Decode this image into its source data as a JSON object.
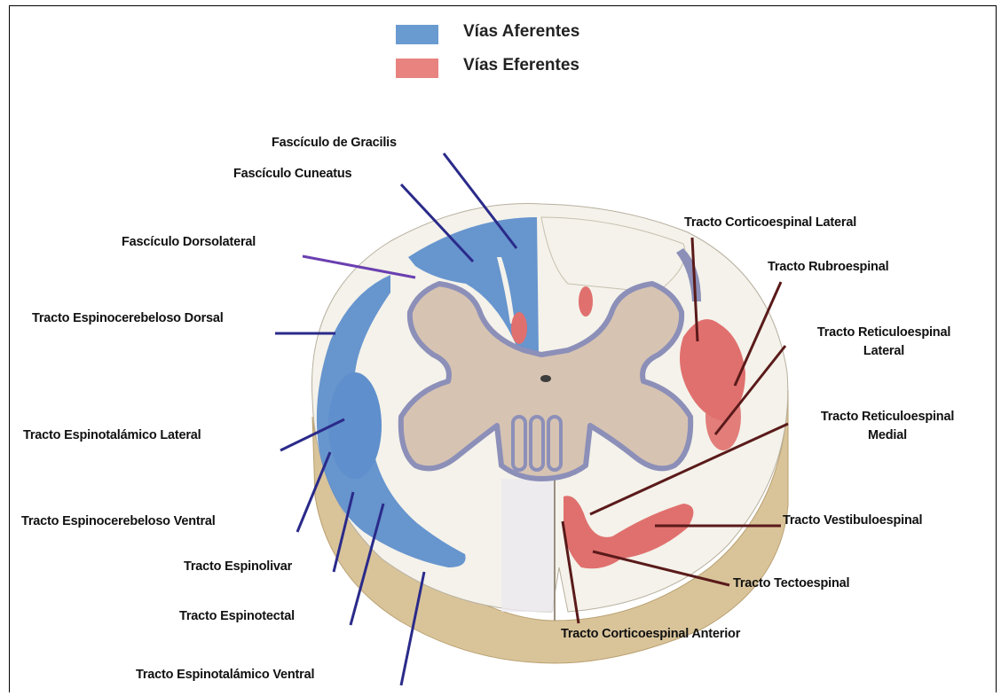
{
  "legend": {
    "afferent": {
      "label": "Vías Aferentes",
      "color": "#6a9bd0"
    },
    "efferent": {
      "label": "Vías Eferentes",
      "color": "#e8837f"
    }
  },
  "colors": {
    "afferent_tract": "#5f8fcc",
    "efferent_tract": "#e0706e",
    "gray_matter": "#d6c3b2",
    "gray_outline": "#8c8fb8",
    "white_matter": "#f4f2ea",
    "cylinder_side": "#d9c49a",
    "leader_blue": "#2a2a8a",
    "leader_red": "#5a1a1a"
  },
  "labels": {
    "fasciculo_gracilis": "Fascículo de Gracilis",
    "fasciculo_cuneatus": "Fascículo Cuneatus",
    "fasciculo_dorsolateral": "Fascículo Dorsolateral",
    "espinocerebeloso_dorsal": "Tracto Espinocerebeloso Dorsal",
    "espinotalamico_lateral": "Tracto Espinotalámico Lateral",
    "espinocerebeloso_ventral": "Tracto Espinocerebeloso Ventral",
    "espinolivar": "Tracto Espinolivar",
    "espinotectal": "Tracto Espinotectal",
    "espinotalamico_ventral": "Tracto Espinotalámico Ventral",
    "corticoespinal_lateral": "Tracto Corticoespinal Lateral",
    "rubroespinal": "Tracto Rubroespinal",
    "reticuloespinal_lateral_1": "Tracto Reticuloespinal",
    "reticuloespinal_lateral_2": "Lateral",
    "reticuloespinal_medial_1": "Tracto Reticuloespinal",
    "reticuloespinal_medial_2": "Medial",
    "vestibuloespinal": "Tracto Vestibuloespinal",
    "tectoespinal": "Tracto Tectoespinal",
    "corticoespinal_anterior": "Tracto Corticoespinal Anterior"
  }
}
